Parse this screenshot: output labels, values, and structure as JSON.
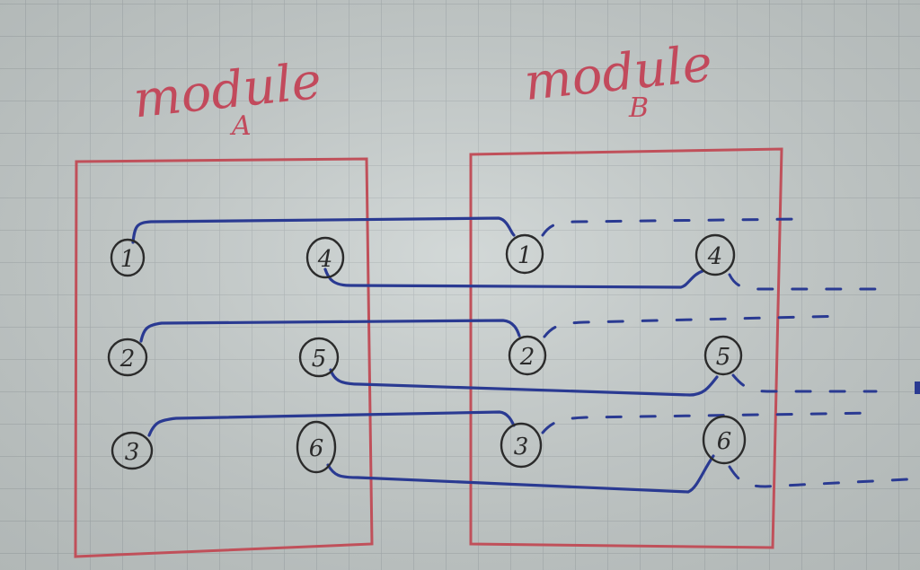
{
  "modules": [
    {
      "label_top": "module",
      "label_bottom": "A",
      "pins": [
        "1",
        "4",
        "2",
        "5",
        "3",
        "6"
      ]
    },
    {
      "label_top": "module",
      "label_bottom": "B",
      "pins": [
        "1",
        "4",
        "2",
        "5",
        "3",
        "6"
      ]
    }
  ],
  "colors": {
    "paper": "#c9d0cf",
    "grid": "#aab2b4",
    "module_outline": "#c0505a",
    "label": "#c24a5c",
    "wire": "#2a3a92",
    "pin": "#2b2b2b"
  }
}
